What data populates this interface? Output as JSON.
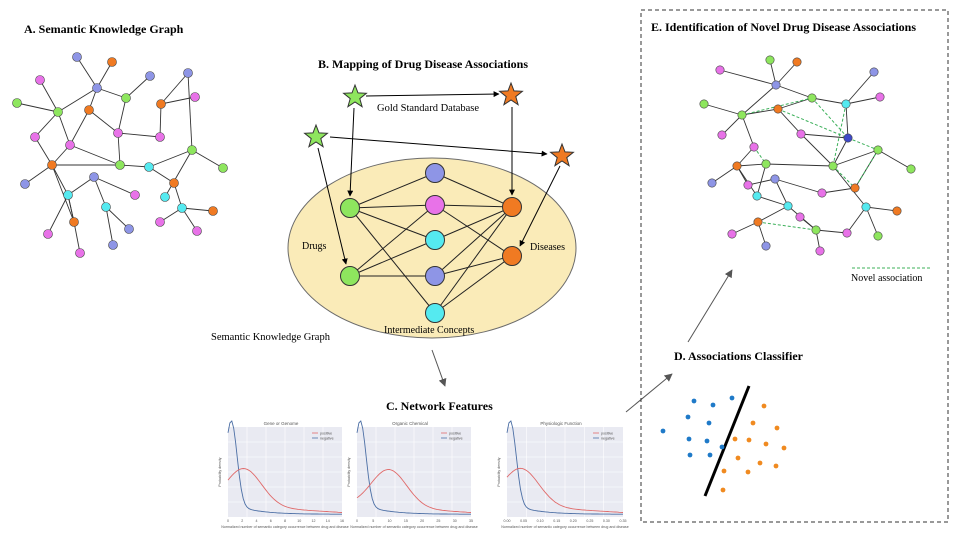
{
  "panels": {
    "a_title": "A. Semantic Knowledge  Graph",
    "b_title": "B. Mapping  of Drug Disease Associations",
    "c_title": "C. Network  Features",
    "d_title": "D. Associations Classifier",
    "e_title": "E. Identification   of Novel  Drug Disease Associations"
  },
  "panel_b": {
    "gold_standard": "Gold Standard Database",
    "drugs": "Drugs",
    "diseases": "Diseases",
    "intermediate": "Intermediate Concepts",
    "skg": "Semantic  Knowledge Graph"
  },
  "panel_e": {
    "legend": "Novel association"
  },
  "colors": {
    "drug": "#8ee65e",
    "disease": "#f07a22",
    "blue_concept": "#8e95e6",
    "magenta_concept": "#e872e8",
    "cyan_concept": "#55eaf0",
    "ellipse_fill": "#faebb8",
    "novel_edge": "#3cb05a",
    "classifier_blue": "#1f7ac8",
    "classifier_orange": "#f08a20"
  },
  "chart_data": [
    {
      "type": "line",
      "title": "Gene or Genome",
      "xlabel": "Normalized number of semantic category occurrence between drug and disease",
      "ylabel": "Probability density",
      "legend": [
        "positive",
        "negative"
      ]
    },
    {
      "type": "line",
      "title": "Organic Chemical",
      "xlabel": "Normalized number of semantic category occurrence between drug and disease",
      "ylabel": "Probability density",
      "legend": [
        "positive",
        "negative"
      ]
    },
    {
      "type": "line",
      "title": "Physiologic Function",
      "xlabel": "Normalized number of semantic category occurrence between drug and disease",
      "ylabel": "Probability density",
      "legend": [
        "positive",
        "negative"
      ]
    }
  ]
}
